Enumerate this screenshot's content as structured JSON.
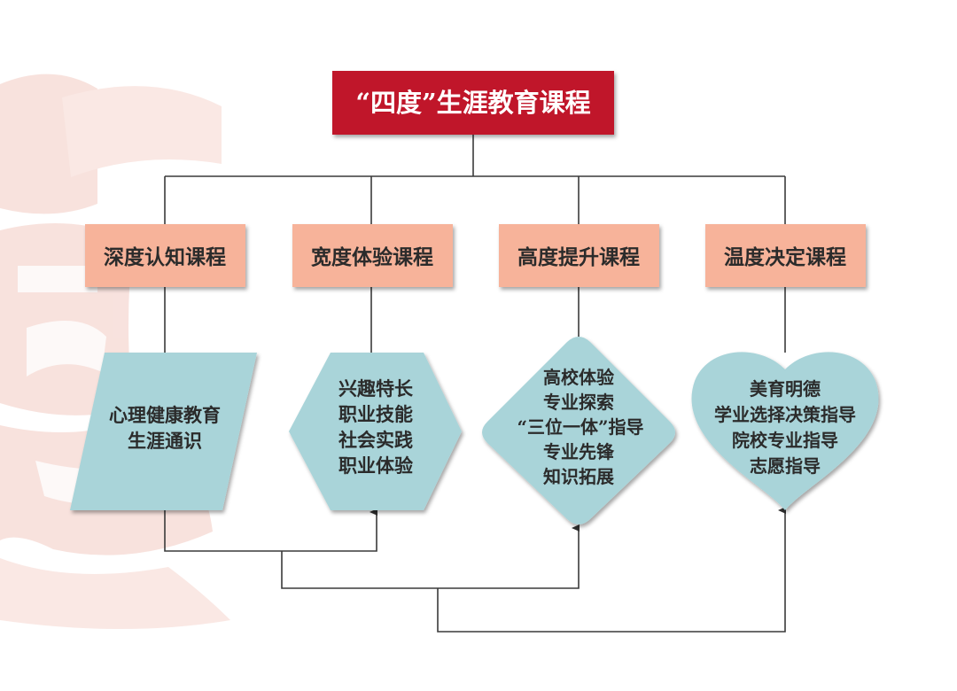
{
  "diagram": {
    "title": "“四度”生涯教育课程",
    "categories": [
      {
        "label": "深度认知课程"
      },
      {
        "label": "宽度体验课程"
      },
      {
        "label": "高度提升课程"
      },
      {
        "label": "温度决定课程"
      }
    ],
    "shapes": [
      {
        "shape": "parallelogram",
        "lines": [
          "心理健康教育",
          "生涯通识"
        ]
      },
      {
        "shape": "hexagon",
        "lines": [
          "兴趣特长",
          "职业技能",
          "社会实践",
          "职业体验"
        ]
      },
      {
        "shape": "diamond",
        "lines": [
          "高校体验",
          "专业探索",
          "“三位一体”指导",
          "专业先锋",
          "知识拓展"
        ]
      },
      {
        "shape": "heart",
        "lines": [
          "美育明德",
          "学业选择决策指导",
          "院校专业指导",
          "志愿指导"
        ]
      }
    ]
  },
  "colors": {
    "root_fill": "#c0142b",
    "category_fill": "#f7b39a",
    "shape_fill": "#a9d4d9",
    "watermark": "#f3cbc2",
    "line": "#3a3a3a"
  }
}
